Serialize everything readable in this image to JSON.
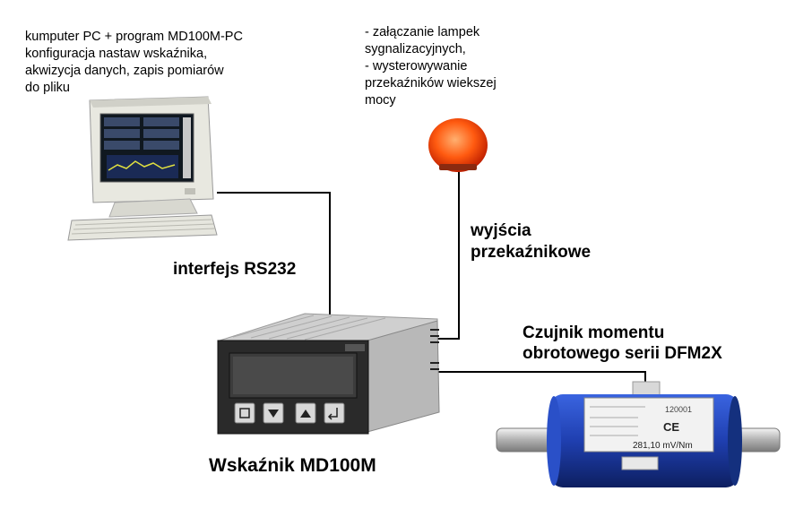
{
  "labels": {
    "pc_note": "kumputer PC + program MD100M-PC\nkonfiguracja nastaw wskaźnika,\nakwizycja danych, zapis pomiarów\ndo pliku",
    "lamp_note": "- załączanie lampek\nsygnalizacyjnych,\n- wysterowywanie\nprzekaźników wiekszej\nmocy",
    "relay_outputs": "wyjścia\nprzekaźnikowe",
    "interface": "interfejs  RS232",
    "sensor": "Czujnik momentu\nobrotowego serii DFM2X",
    "indicator": "Wskaźnik MD100M"
  },
  "sensor_plate": {
    "value": "281,10 mV/Nm",
    "ce": "CE",
    "serial": "120001"
  },
  "colors": {
    "line": "#000000",
    "lamp": "#ff5a10",
    "sensor_body": "#1f3fb0",
    "indicator_body": "#2a2a2a"
  }
}
